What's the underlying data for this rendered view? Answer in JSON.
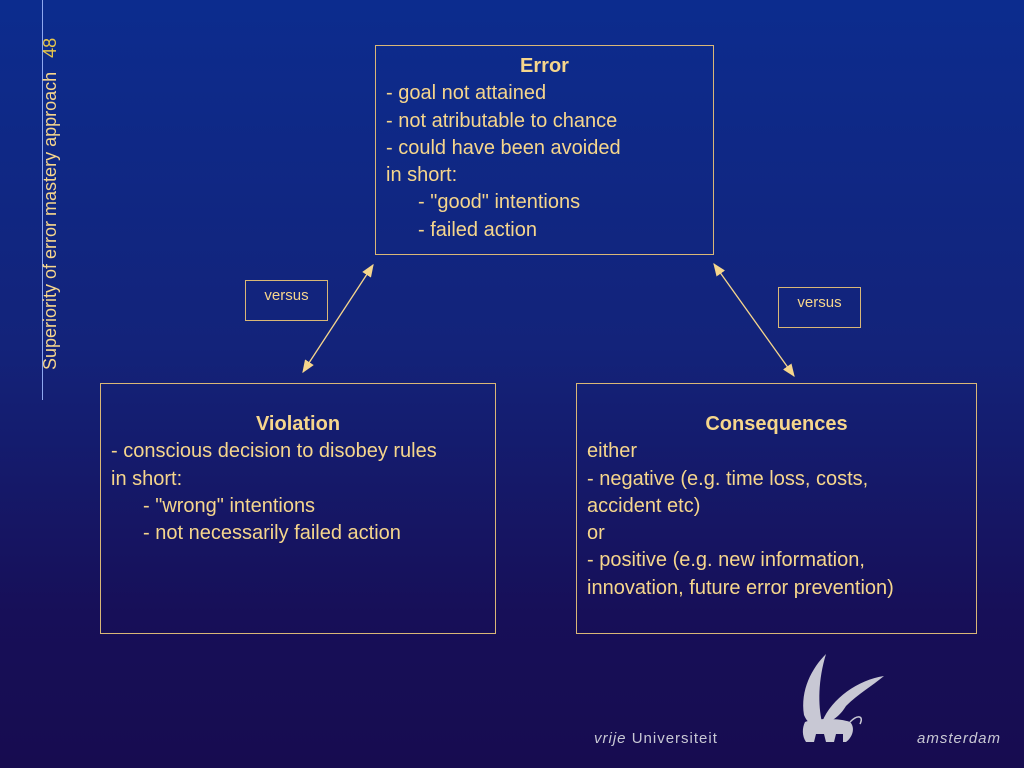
{
  "side_title": "Superiority of error mastery approach",
  "slide_number": "48",
  "error_box": {
    "title": "Error",
    "lines": [
      "- goal not attained",
      "- not atributable to chance",
      "- could have been avoided",
      "in short:"
    ],
    "indented": [
      "- \"good\" intentions",
      "- failed action"
    ]
  },
  "violation_box": {
    "title": "Violation",
    "lines": [
      "- conscious decision to disobey rules",
      "in short:"
    ],
    "indented": [
      "- \"wrong\" intentions",
      "- not necessarily failed action"
    ]
  },
  "consequences_box": {
    "title": "Consequences",
    "lines": [
      "either",
      "- negative (e.g. time loss, costs,",
      "accident etc)",
      "or",
      "- positive (e.g. new information,",
      "innovation, future error prevention)"
    ]
  },
  "versus_left": "versus",
  "versus_right": "versus",
  "footer": {
    "left_italic": "vrije",
    "left": "Universiteit",
    "right": "amsterdam"
  },
  "colors": {
    "text": "#f6d68c",
    "border": "#d9b777",
    "background_top": "#0c2c8e",
    "background_bottom": "#170c50",
    "logo": "#c8c8d4"
  }
}
